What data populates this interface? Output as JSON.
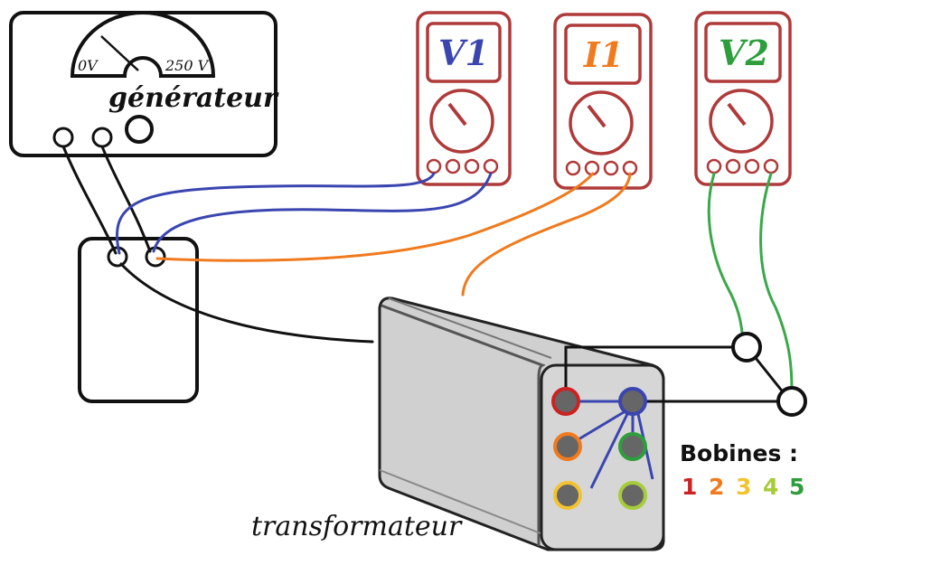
{
  "generator": {
    "label": "générateur",
    "scale_min": "0V",
    "scale_max": "250 V"
  },
  "meters": [
    {
      "label": "V1",
      "color": "#3a45b0"
    },
    {
      "label": "I1",
      "color": "#f07a1e"
    },
    {
      "label": "V2",
      "color": "#2e9e3c"
    }
  ],
  "transformer": {
    "label": "transformateur"
  },
  "coils": {
    "title": "Bobines :",
    "numbers": [
      "1",
      "2",
      "3",
      "4",
      "5"
    ],
    "colors": [
      "#cc2222",
      "#f07a1e",
      "#f2c230",
      "#a6cc3a",
      "#2e9e3c"
    ]
  },
  "wire_colors": {
    "black": "#111111",
    "blue": "#3a45b0",
    "orange": "#f07a1e",
    "green": "#3aa84a",
    "meter_frame": "#b03a3a"
  }
}
